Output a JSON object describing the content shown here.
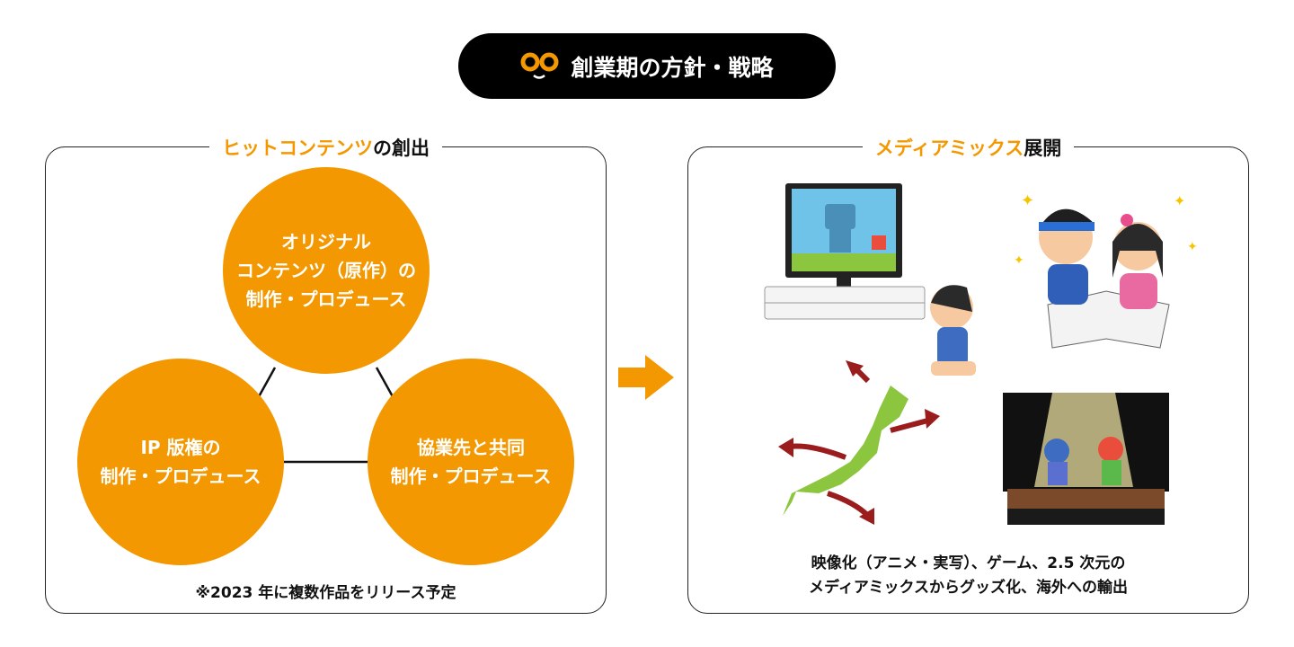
{
  "header": {
    "title": "創業期の方針・戦略",
    "logo_icon": "glasses-smile-logo"
  },
  "left_panel": {
    "title_accent": "ヒットコンテンツ",
    "title_rest": "の創出",
    "circles": [
      {
        "lines": [
          "オリジナル",
          "コンテンツ（原作）の",
          "制作・プロデュース"
        ]
      },
      {
        "lines": [
          "IP 版権の",
          "制作・プロデュース"
        ]
      },
      {
        "lines": [
          "協業先と共同",
          "制作・プロデュース"
        ]
      }
    ],
    "note": "※2023 年に複数作品をリリース予定"
  },
  "right_panel": {
    "title_accent": "メディアミックス",
    "title_rest": "展開",
    "caption": [
      "映像化（アニメ・実写）、ゲーム、2.5 次元の",
      "メディアミックスからグッズ化、海外への輸出"
    ]
  },
  "colors": {
    "accent": "#f39800",
    "dark": "#000000",
    "arrow_red": "#9b1c1c",
    "map_green": "#8cc63f"
  }
}
